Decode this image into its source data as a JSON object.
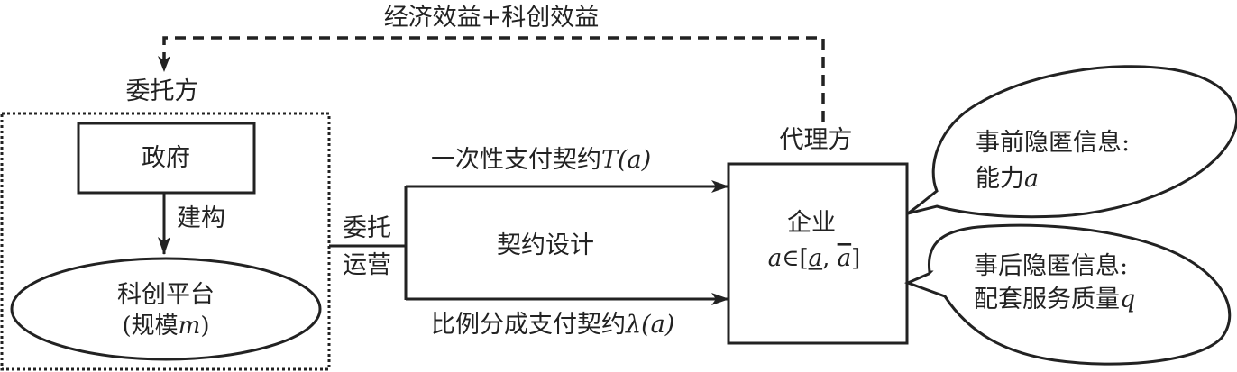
{
  "feedback": {
    "label": "经济效益+科创效益"
  },
  "principal": {
    "label": "委托方",
    "government": "政府",
    "construct_label": "建构",
    "platform": {
      "line1": "科创平台",
      "line2_prefix": "(规模",
      "line2_var": "m",
      "line2_suffix": ")"
    }
  },
  "delegation": {
    "line1": "委托",
    "line2": "运营"
  },
  "contract": {
    "design_label": "契约设计",
    "lump_sum": {
      "text": "一次性支付契约",
      "var": "T",
      "arg": "(a)"
    },
    "share": {
      "text": "比例分成支付契约",
      "var": "λ",
      "arg": "(a)"
    }
  },
  "agent": {
    "label": "代理方",
    "enterprise": "企业",
    "range_var": "a",
    "range_op": "∈[",
    "range_low": "a",
    "range_sep": ", ",
    "range_high": "a",
    "range_close": "]"
  },
  "bubbles": {
    "ex_ante": {
      "line1": "事前隐匿信息:",
      "line2": "能力",
      "line2_var": "a"
    },
    "ex_post": {
      "line1": "事后隐匿信息:",
      "line2": "配套服务质量",
      "line2_var": "q"
    }
  }
}
